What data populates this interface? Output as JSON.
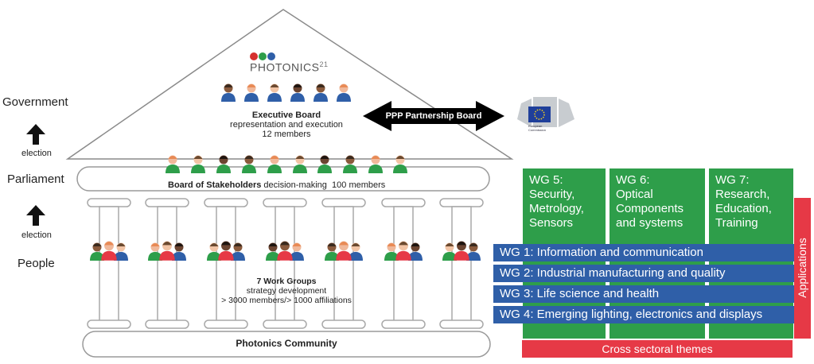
{
  "left_labels": {
    "government": "Government",
    "election_1": "election",
    "parliament": "Parliament",
    "election_2": "election",
    "people": "People"
  },
  "logo": {
    "text": "PHOTONICS",
    "superscript": "21"
  },
  "executive": {
    "title": "Executive Board",
    "subtitle": "representation and execution",
    "members": "12 members"
  },
  "ppp": {
    "label": "PPP Partnership Board"
  },
  "ec_logo": {
    "line1": "European",
    "line2": "Commission"
  },
  "stakeholders": {
    "title": "Board of Stakeholders",
    "text": "decision-making",
    "members": "100 members"
  },
  "work_groups": {
    "title": "7 Work Groups",
    "subtitle": "strategy development",
    "members": "> 3000 members/> 1000 affiliations"
  },
  "community": {
    "label": "Photonics Community"
  },
  "wg_top": [
    {
      "lines": [
        "WG 5:",
        "Security,",
        "Metrology,",
        "Sensors"
      ]
    },
    {
      "lines": [
        "WG 6:",
        "Optical",
        "Components",
        "and systems"
      ]
    },
    {
      "lines": [
        "WG 7:",
        "Research,",
        "Education,",
        "Training"
      ]
    }
  ],
  "wg_rows": [
    "WG 1: Information and communication",
    "WG 2: Industrial manufacturing and quality",
    "WG 3: Life science and health",
    "WG 4: Emerging lighting, electronics and displays"
  ],
  "applications": "Applications",
  "cross_sectoral": "Cross sectoral themes",
  "colors": {
    "green": "#2e9e4a",
    "blue": "#2f5fa8",
    "red": "#e63946",
    "outline": "#9a9a9a",
    "logo_red": "#d6312f",
    "logo_green": "#2e9e4a",
    "logo_blue": "#2f5fa8"
  }
}
